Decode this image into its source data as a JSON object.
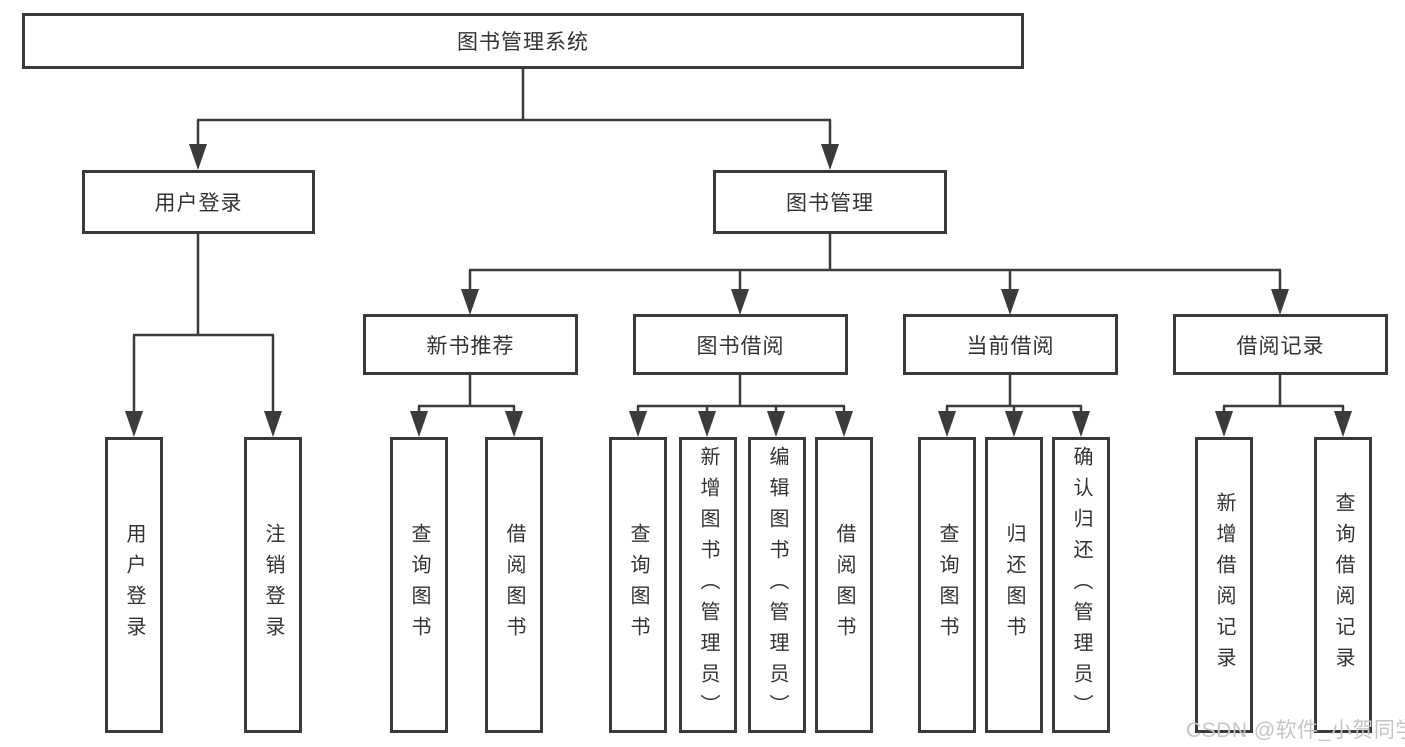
{
  "diagram": {
    "root": {
      "label": "图书管理系统"
    },
    "branches": [
      {
        "label": "用户登录",
        "children": [
          {
            "label": "用户登录"
          },
          {
            "label": "注销登录"
          }
        ]
      },
      {
        "label": "图书管理",
        "children": [
          {
            "label": "新书推荐",
            "children": [
              {
                "label": "查询图书"
              },
              {
                "label": "借阅图书"
              }
            ]
          },
          {
            "label": "图书借阅",
            "children": [
              {
                "label": "查询图书"
              },
              {
                "label": "新增图书（管理员）"
              },
              {
                "label": "编辑图书（管理员）"
              },
              {
                "label": "借阅图书"
              }
            ]
          },
          {
            "label": "当前借阅",
            "children": [
              {
                "label": "查询图书"
              },
              {
                "label": "归还图书"
              },
              {
                "label": "确认归还（管理员）"
              }
            ]
          },
          {
            "label": "借阅记录",
            "children": [
              {
                "label": "新增借阅记录"
              },
              {
                "label": "查询借阅记录"
              }
            ]
          }
        ]
      }
    ],
    "watermark": "CSDN @软件_小贺同学",
    "colors": {
      "line": "#3b3b3b",
      "box_border": "#3a3a3a",
      "box_fill": "#ffffff",
      "text": "#333333",
      "watermark": "#c6c6c6",
      "background": "#ffffff"
    }
  }
}
